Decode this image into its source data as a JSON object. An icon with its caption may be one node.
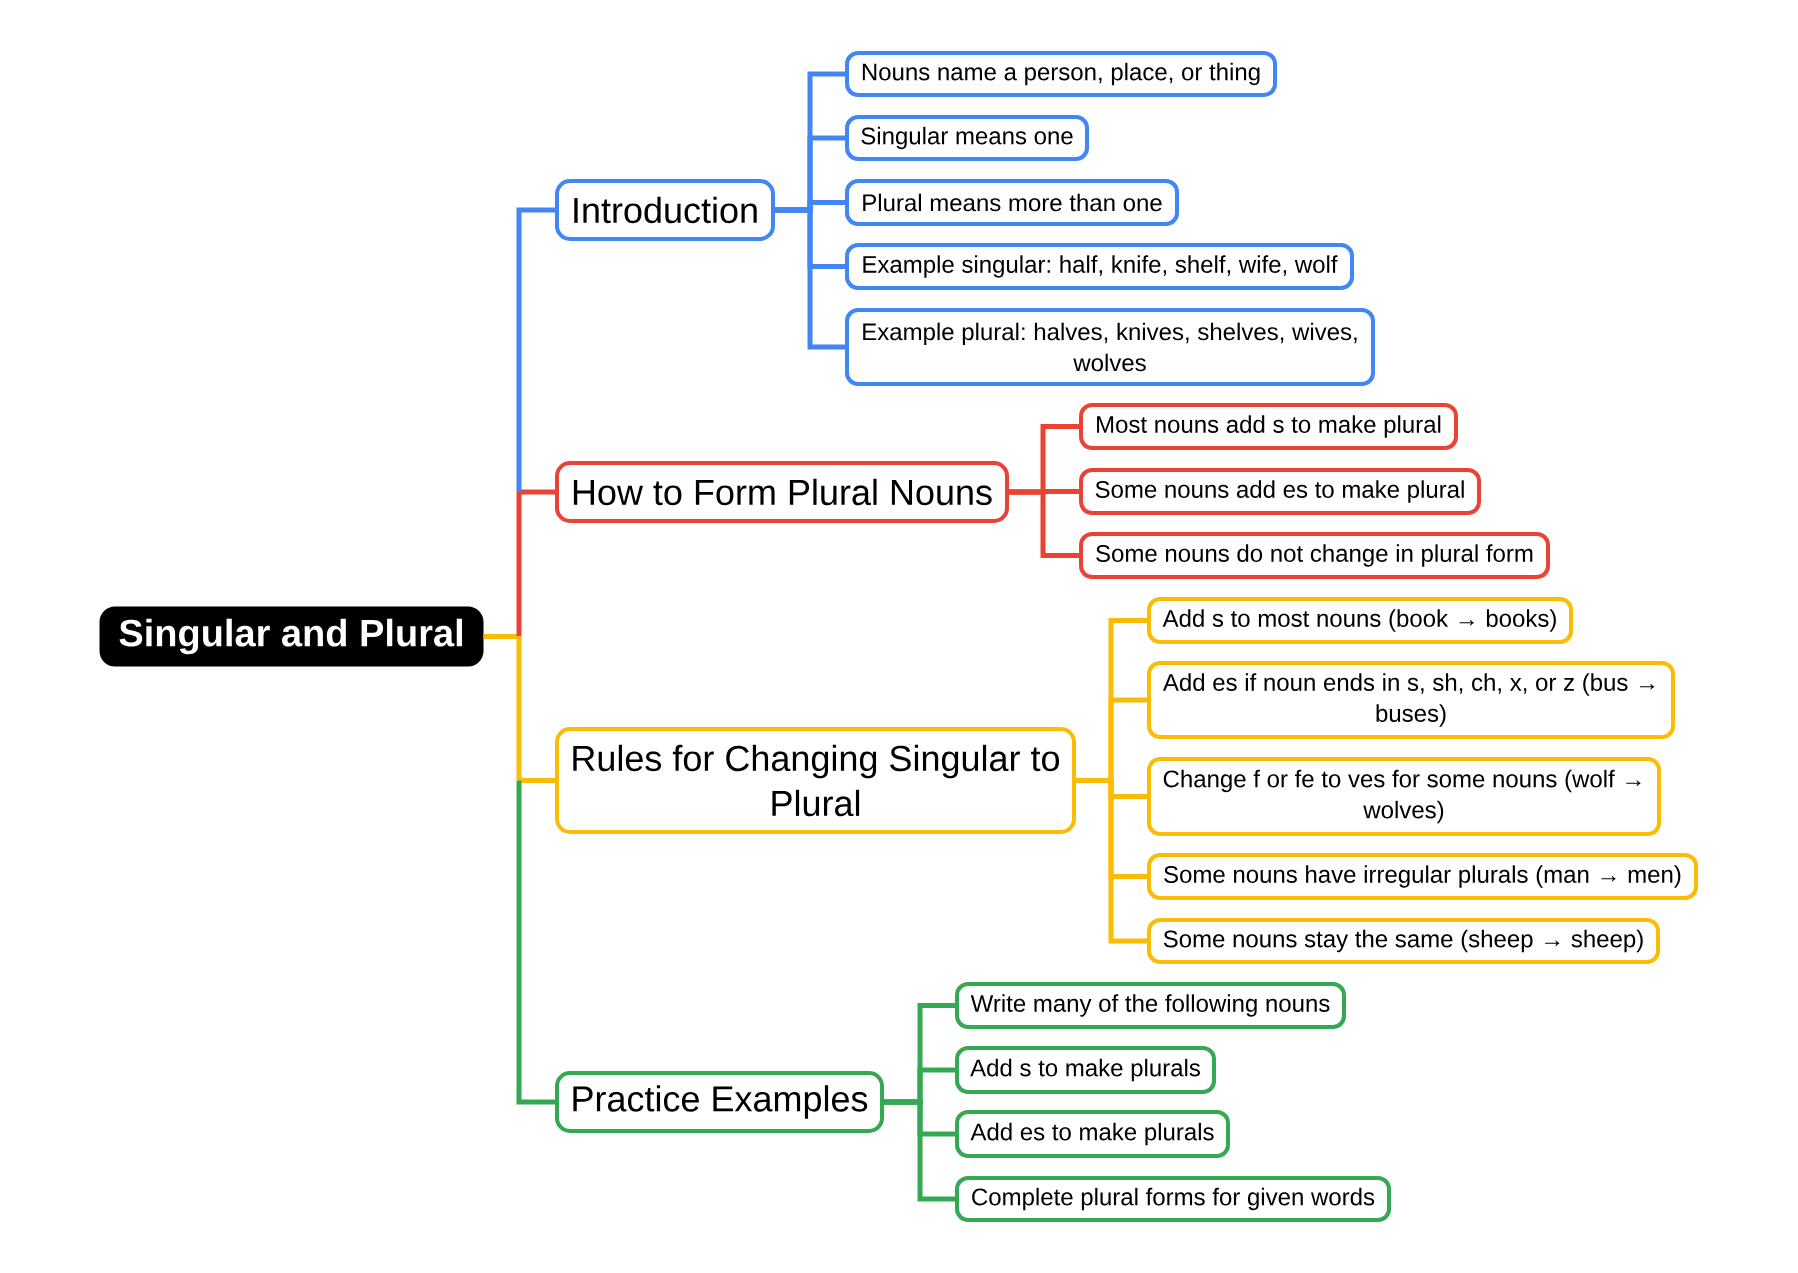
{
  "diagram": {
    "nodes": [
      {
        "text": [
          "Singular and Plural"
        ]
      },
      {
        "text": [
          "Introduction"
        ]
      },
      {
        "text": [
          "Nouns name a person, place, or thing"
        ]
      },
      {
        "text": [
          "Singular means one"
        ]
      },
      {
        "text": [
          "Plural means more than one"
        ]
      },
      {
        "text": [
          "Example singular: half, knife, shelf, wife, wolf"
        ]
      },
      {
        "text": [
          "Example plural: halves, knives, shelves, wives, wolves"
        ]
      },
      {
        "text": [
          "How to Form Plural Nouns"
        ]
      },
      {
        "text": [
          "Most nouns add s to make plural"
        ]
      },
      {
        "text": [
          "Some nouns add es to make plural"
        ]
      },
      {
        "text": [
          "Some nouns do not change in plural form"
        ]
      },
      {
        "text": [
          "Rules for Changing Singular to Plural"
        ]
      },
      {
        "text": [
          "Add s to most nouns (book → books)"
        ]
      },
      {
        "text": [
          "Add es if noun ends in s, sh, ch, x, or z (bus → buses)"
        ]
      },
      {
        "text": [
          "Change f or fe to ves for some nouns (wolf → wolves)"
        ]
      },
      {
        "text": [
          "Some nouns have irregular plurals (man → men)"
        ]
      },
      {
        "text": [
          "Some nouns stay the same (sheep → sheep)"
        ]
      },
      {
        "text": [
          "Practice Examples"
        ]
      },
      {
        "text": [
          "Write many of the following nouns"
        ]
      },
      {
        "text": [
          "Add s to make plurals"
        ]
      },
      {
        "text": [
          "Add es to make plurals"
        ]
      },
      {
        "text": [
          "Complete plural forms for given words"
        ]
      }
    ],
    "edges": [
      {
        "from": 0,
        "to": 1,
        "arrow": "none",
        "color": "#4285f4"
      },
      {
        "from": 1,
        "to": 2,
        "arrow": "none",
        "color": "#4285f4"
      },
      {
        "from": 1,
        "to": 3,
        "arrow": "none",
        "color": "#4285f4"
      },
      {
        "from": 1,
        "to": 4,
        "arrow": "none",
        "color": "#4285f4"
      },
      {
        "from": 1,
        "to": 5,
        "arrow": "none",
        "color": "#4285f4"
      },
      {
        "from": 1,
        "to": 6,
        "arrow": "none",
        "color": "#4285f4"
      },
      {
        "from": 0,
        "to": 7,
        "arrow": "none",
        "color": "#ea4335"
      },
      {
        "from": 7,
        "to": 8,
        "arrow": "none",
        "color": "#ea4335"
      },
      {
        "from": 7,
        "to": 9,
        "arrow": "none",
        "color": "#ea4335"
      },
      {
        "from": 7,
        "to": 10,
        "arrow": "none",
        "color": "#ea4335"
      },
      {
        "from": 0,
        "to": 11,
        "arrow": "none",
        "color": "#fbbc05"
      },
      {
        "from": 11,
        "to": 12,
        "arrow": "none",
        "color": "#fbbc05"
      },
      {
        "from": 11,
        "to": 13,
        "arrow": "none",
        "color": "#fbbc05"
      },
      {
        "from": 11,
        "to": 14,
        "arrow": "none",
        "color": "#fbbc05"
      },
      {
        "from": 11,
        "to": 15,
        "arrow": "none",
        "color": "#fbbc05"
      },
      {
        "from": 11,
        "to": 16,
        "arrow": "none",
        "color": "#fbbc05"
      },
      {
        "from": 0,
        "to": 17,
        "arrow": "none",
        "color": "#34a853"
      },
      {
        "from": 17,
        "to": 18,
        "arrow": "none",
        "color": "#34a853"
      },
      {
        "from": 17,
        "to": 19,
        "arrow": "none",
        "color": "#34a853"
      },
      {
        "from": 17,
        "to": 20,
        "arrow": "none",
        "color": "#34a853"
      },
      {
        "from": 17,
        "to": 21,
        "arrow": "none",
        "color": "#34a853"
      }
    ]
  }
}
